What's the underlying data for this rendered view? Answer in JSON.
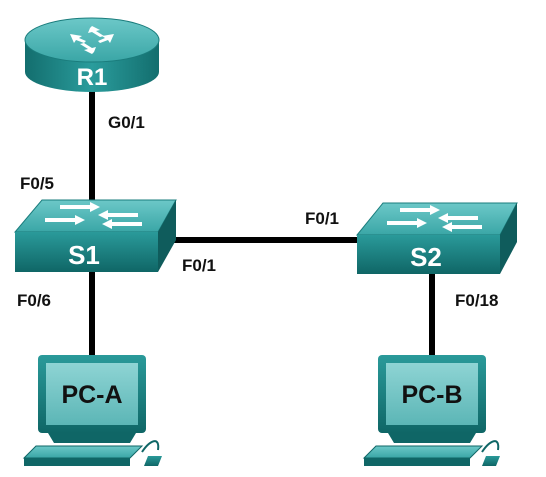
{
  "devices": {
    "router": {
      "label": "R1"
    },
    "switch1": {
      "label": "S1"
    },
    "switch2": {
      "label": "S2"
    },
    "pcA": {
      "label": "PC-A"
    },
    "pcB": {
      "label": "PC-B"
    }
  },
  "ports": {
    "r1_g01": "G0/1",
    "s1_f05": "F0/5",
    "s1_f06": "F0/6",
    "s1_f01": "F0/1",
    "s2_f01": "F0/1",
    "s2_f018": "F0/18"
  },
  "colors": {
    "device_teal": "#1f8c8c",
    "device_dark": "#136e6e",
    "device_light": "#4fb8b8",
    "link": "#000000"
  }
}
